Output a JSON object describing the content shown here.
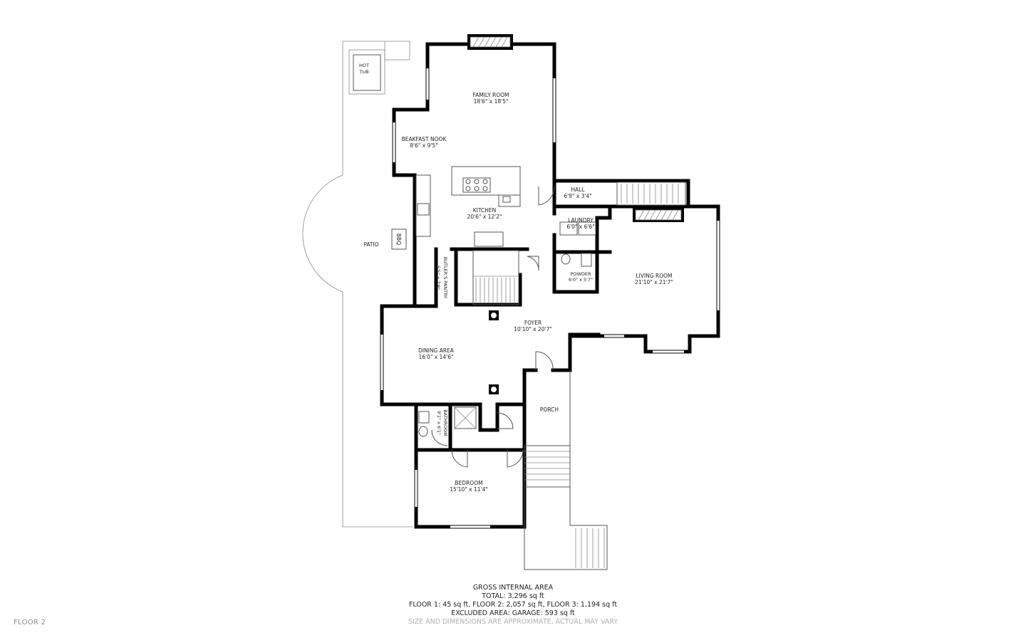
{
  "floor_label": "FLOOR 2",
  "rooms": {
    "family_room": {
      "name": "FAMILY ROOM",
      "size": "18'6\" x 18'5\""
    },
    "breakfast_nook": {
      "name": "BEAKFAST NOOK",
      "size": "8'6\" x 9'5\""
    },
    "kitchen": {
      "name": "KITCHEN",
      "size": "20'6\" x 12'2\""
    },
    "hall": {
      "name": "HALL",
      "size": "6'9\" x 3'4\""
    },
    "laundry": {
      "name": "LAUNDRY",
      "size": "6'0\" x 6'6\""
    },
    "powder": {
      "name": "POWDER",
      "size": "6'0\" x 5'7\""
    },
    "living_room": {
      "name": "LIVING ROOM",
      "size": "21'10\" x 21'7\""
    },
    "butlers_pantry": {
      "name": "BUTLER'S PANTRY",
      "size": "5'5\" x 7'8\""
    },
    "foyer": {
      "name": "FOYER",
      "size": "10'10\" x 20'7\""
    },
    "dining_area": {
      "name": "DINING AREA",
      "size": "16'0\" x 14'6\""
    },
    "bathroom": {
      "name": "BATHROOM",
      "size": "9'1\" x 6'1\""
    },
    "porch": {
      "name": "PORCH"
    },
    "bedroom": {
      "name": "BEDROOM",
      "size": "15'10\" x 11'4\""
    },
    "patio": {
      "name": "PATIO"
    },
    "hot_tub_line1": "HOT",
    "hot_tub_line2": "TUB",
    "bbq": "BBQ"
  },
  "summary": {
    "title": "GROSS INTERNAL AREA",
    "total": "TOTAL: 3,296 sq ft",
    "floors": "FLOOR 1: 45 sq ft, FLOOR 2: 2,057 sq ft, FLOOR 3: 1,194 sq ft",
    "excluded": "EXCLUDED AREA: GARAGE: 593 sq ft",
    "disclaimer": "SIZE AND DIMENSIONS ARE APPROXIMATE, ACTUAL MAY VARY"
  }
}
